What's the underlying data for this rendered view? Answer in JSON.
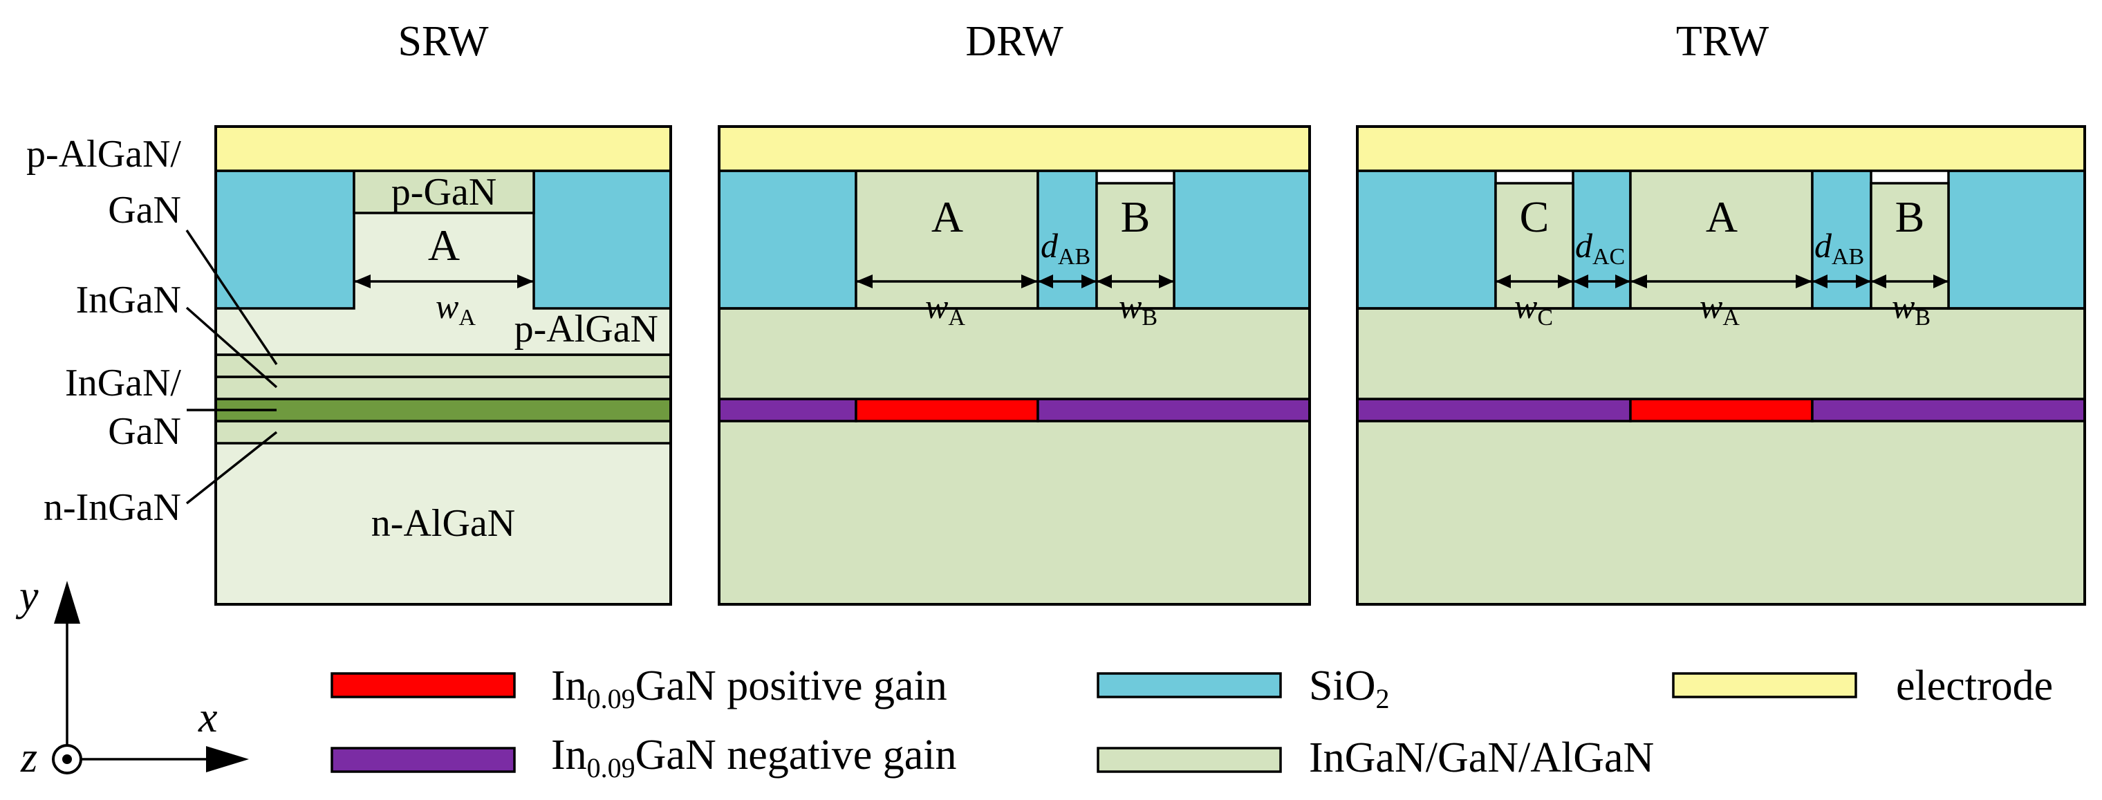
{
  "panels": [
    {
      "title": "SRW"
    },
    {
      "title": "DRW"
    },
    {
      "title": "TRW"
    }
  ],
  "srw": {
    "ridge_cap": "p-GaN",
    "ridge": "A",
    "width": {
      "var": "w",
      "sub": "A"
    },
    "p_algan": "p-AlGaN",
    "n_algan": "n-AlGaN",
    "callouts": [
      {
        "line1": "p-AlGaN/",
        "line2": "GaN"
      },
      {
        "line1": "InGaN"
      },
      {
        "line1": "InGaN/",
        "line2": "GaN"
      },
      {
        "line1": "n-InGaN"
      }
    ]
  },
  "drw": {
    "ridges": [
      "A",
      "B"
    ],
    "dims": [
      {
        "var": "w",
        "sub": "A"
      },
      {
        "var": "d",
        "sub": "AB"
      },
      {
        "var": "w",
        "sub": "B"
      }
    ]
  },
  "trw": {
    "ridges": [
      "C",
      "A",
      "B"
    ],
    "dims": [
      {
        "var": "w",
        "sub": "C"
      },
      {
        "var": "d",
        "sub": "AC"
      },
      {
        "var": "w",
        "sub": "A"
      },
      {
        "var": "d",
        "sub": "AB"
      },
      {
        "var": "w",
        "sub": "B"
      }
    ]
  },
  "axes": {
    "x": "x",
    "y": "y",
    "z": "z"
  },
  "legend": [
    {
      "pre": "In",
      "sub": "0.09",
      "post": "GaN positive gain",
      "color": "#ff0000"
    },
    {
      "pre": "In",
      "sub": "0.09",
      "post": "GaN negative gain",
      "color": "#7b2ca4"
    },
    {
      "pre": "SiO",
      "sub": "2",
      "post": "",
      "color": "#6fcadb"
    },
    {
      "pre": "InGaN/GaN/AlGaN",
      "sub": "",
      "post": "",
      "color": "#d4e3bf"
    },
    {
      "pre": "electrode",
      "sub": "",
      "post": "",
      "color": "#fbf79f"
    }
  ],
  "colors": {
    "electrode": "#fbf79f",
    "sio2": "#6fcadb",
    "light_nitride": "#e8f0dd",
    "nitride": "#d4e3bf",
    "qw": "#6f9a3f",
    "positive_gain": "#ff0000",
    "negative_gain": "#7b2ca4"
  }
}
